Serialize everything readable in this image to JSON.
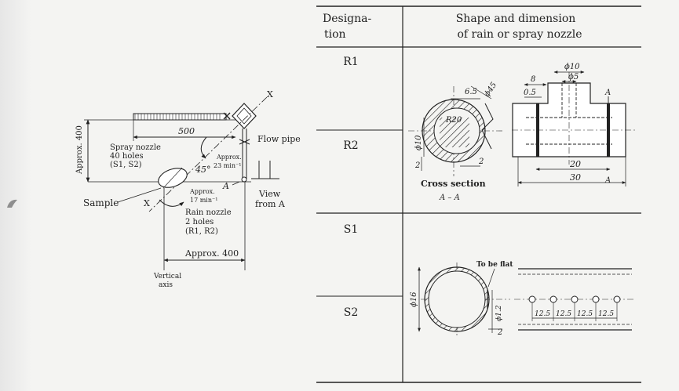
{
  "table": {
    "header": {
      "col1": [
        "Designa-",
        "tion"
      ],
      "col2": [
        "Shape and dimension",
        "of rain or spray nozzle"
      ]
    },
    "rows": [
      "R1",
      "R2",
      "S1",
      "S2"
    ]
  },
  "left_diagram": {
    "dim_height": "Approx. 400",
    "dim_length": "500",
    "spray_nozzle": [
      "Spray nozzle",
      "40 holes",
      "(S1, S2)"
    ],
    "angle": "45°",
    "speed_spray": [
      "Approx.",
      "23 min⁻¹"
    ],
    "flow_pipe": "Flow pipe",
    "point_a": "A",
    "view_from_a": [
      "View",
      "from A"
    ],
    "axis_x": "X",
    "sample": "Sample",
    "speed_rain": [
      "Approx.",
      "17 min⁻¹"
    ],
    "rain_nozzle": [
      "Rain nozzle",
      "2 holes",
      "(R1, R2)"
    ],
    "dim_width": "Approx. 400",
    "vertical_axis": [
      "Vertical",
      "axis"
    ]
  },
  "r_drawing": {
    "d45": "ϕ45",
    "r20": "R20",
    "d65": "6.5",
    "d10_left": "ϕ10",
    "two_left": "2",
    "two_bottom": "2",
    "cross_section": "Cross section",
    "aa": "A – A",
    "d8": "8",
    "d05": "0.5",
    "d10_top": "ϕ10",
    "d5": "ϕ5",
    "a_top": "A",
    "d20": "20",
    "d30": "30",
    "a_bottom": "A"
  },
  "s_drawing": {
    "to_be_flat": "To be flat",
    "d16": "ϕ16",
    "d12": "ϕ1.2",
    "two": "2",
    "pitches": [
      "12.5",
      "12.5",
      "12.5",
      "12.5"
    ]
  }
}
